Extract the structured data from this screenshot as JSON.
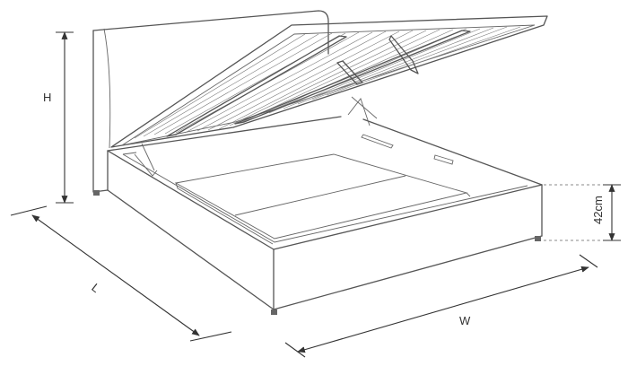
{
  "dimensions": {
    "height_label": "H",
    "length_label": "L",
    "width_label": "W",
    "base_height_label": "42cm"
  }
}
